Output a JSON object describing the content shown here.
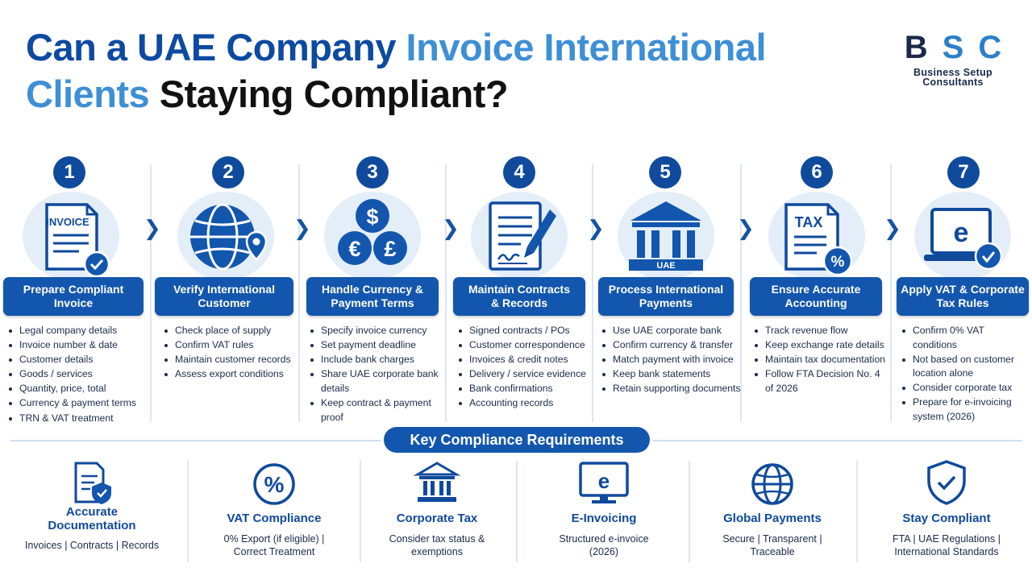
{
  "title": {
    "part1": "Can a UAE Company ",
    "part2": "Invoice International",
    "part3": "Clients",
    "part4": " Staying Compliant?"
  },
  "logo": {
    "b": "B",
    "s": "S",
    "c": "C",
    "line1": "Business Setup",
    "line2": "Consultants"
  },
  "steps": [
    {
      "num": "1",
      "icon": "invoice-icon",
      "icon_text": "INVOICE",
      "title_l1": "Prepare Compliant",
      "title_l2": "Invoice",
      "bullets": [
        "Legal company details",
        "Invoice number & date",
        "Customer details",
        "Goods / services",
        "Quantity, price, total",
        "Currency & payment terms",
        "TRN & VAT treatment"
      ]
    },
    {
      "num": "2",
      "icon": "globe-icon",
      "title_l1": "Verify International",
      "title_l2": "Customer",
      "bullets": [
        "Check place of supply",
        "Confirm VAT rules",
        "Maintain customer records",
        "Assess export conditions"
      ]
    },
    {
      "num": "3",
      "icon": "currency-icon",
      "title_l1": "Handle Currency &",
      "title_l2": "Payment Terms",
      "bullets": [
        "Specify invoice currency",
        "Set payment deadline",
        "Include bank charges",
        "Share UAE corporate bank details",
        "Keep contract & payment proof"
      ]
    },
    {
      "num": "4",
      "icon": "contract-icon",
      "title_l1": "Maintain Contracts",
      "title_l2": "& Records",
      "bullets": [
        "Signed contracts / POs",
        "Customer correspondence",
        "Invoices & credit notes",
        "Delivery / service evidence",
        "Bank confirmations",
        "Accounting records"
      ]
    },
    {
      "num": "5",
      "icon": "bank-icon",
      "icon_text": "UAE",
      "title_l1": "Process International",
      "title_l2": "Payments",
      "bullets": [
        "Use UAE corporate bank",
        "Confirm currency & transfer",
        "Match payment with invoice",
        "Keep bank statements",
        "Retain supporting documents"
      ]
    },
    {
      "num": "6",
      "icon": "tax-document-icon",
      "icon_text": "TAX",
      "title_l1": "Ensure Accurate",
      "title_l2": "Accounting",
      "bullets": [
        "Track revenue flow",
        "Keep exchange rate details",
        "Maintain tax documentation",
        "Follow FTA Decision No. 4 of 2026"
      ]
    },
    {
      "num": "7",
      "icon": "e-invoice-laptop-icon",
      "icon_text": "e",
      "title_l1": "Apply VAT & Corporate",
      "title_l2": "Tax Rules",
      "bullets": [
        "Confirm 0% VAT conditions",
        "Not based on customer location alone",
        "Consider corporate tax",
        "Prepare for e-invoicing system (2026)"
      ]
    }
  ],
  "key_header": "Key Compliance Requirements",
  "keys": [
    {
      "icon": "document-shield-icon",
      "title_l1": "Accurate",
      "title_l2": "Documentation",
      "desc_l1": "Invoices  |  Contracts  |  Records",
      "desc_l2": ""
    },
    {
      "icon": "percent-icon",
      "title_l1": "VAT Compliance",
      "title_l2": "",
      "desc_l1": "0% Export (if eligible)  |",
      "desc_l2": "Correct Treatment"
    },
    {
      "icon": "bank-icon",
      "title_l1": "Corporate Tax",
      "title_l2": "",
      "desc_l1": "Consider tax status &",
      "desc_l2": "exemptions"
    },
    {
      "icon": "monitor-e-icon",
      "title_l1": "E-Invoicing",
      "title_l2": "",
      "desc_l1": "Structured e-invoice",
      "desc_l2": "(2026)"
    },
    {
      "icon": "globe-icon",
      "title_l1": "Global Payments",
      "title_l2": "",
      "desc_l1": "Secure  |  Transparent  |",
      "desc_l2": "Traceable"
    },
    {
      "icon": "shield-check-icon",
      "title_l1": "Stay Compliant",
      "title_l2": "",
      "desc_l1": "FTA  |  UAE Regulations  |",
      "desc_l2": "International Standards"
    }
  ],
  "colors": {
    "primary": "#1356ad",
    "dark_blue": "#0d4aa1",
    "light_blue": "#3d8fd6",
    "icon_bg": "#e3eef9",
    "text": "#1b2a4a"
  }
}
